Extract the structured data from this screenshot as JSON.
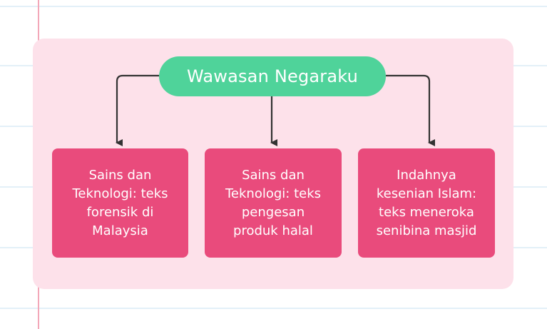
{
  "diagram": {
    "root": {
      "label": "Wawasan Negaraku"
    },
    "children": [
      {
        "label": "Sains dan\nTeknologi: teks\nforensik di\nMalaysia"
      },
      {
        "label": "Sains dan\nTeknologi: teks\npengesan\nproduk halal"
      },
      {
        "label": "Indahnya\nkesenian Islam:\nteks meneroka\nsenibina masjid"
      }
    ]
  },
  "colors": {
    "root_fill": "#4fd39a",
    "child_fill": "#e94b7c",
    "panel_fill": "#fde1ea",
    "arrow": "#333333"
  }
}
